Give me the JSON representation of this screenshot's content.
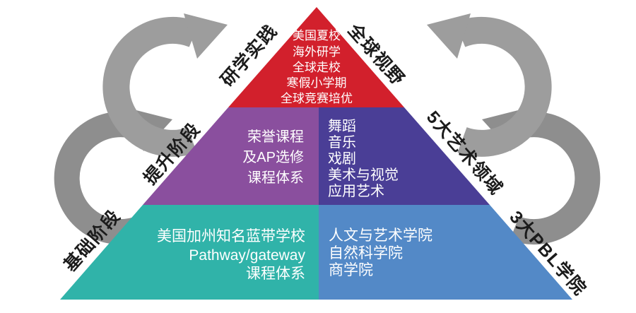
{
  "colors": {
    "red": "#d2202c",
    "purple": "#8a4f9e",
    "indigo": "#4a3e96",
    "teal": "#30b3a9",
    "blue": "#5389c7",
    "arrow_light": "#9d9d9d",
    "arrow_dark": "#8e8e8e",
    "label_dark": "#1b1b1b",
    "text_light": "#ffffff"
  },
  "top": {
    "label_left": "研学实践",
    "label_right": "全球视野",
    "lines": [
      "美国夏校",
      "海外研学",
      "全球走校",
      "寒假小学期",
      "全球竞赛培优"
    ]
  },
  "mid_left": {
    "label": "提升阶段",
    "lines": [
      "荣誉课程",
      "及AP选修",
      "课程体系"
    ]
  },
  "mid_right": {
    "label": "5大艺术领域",
    "lines": [
      "舞蹈",
      "音乐",
      "戏剧",
      "美术与视觉",
      "应用艺术"
    ]
  },
  "bottom_left": {
    "label": "基础阶段",
    "lines": [
      "美国加州知名蓝带学校",
      "Pathway/gateway",
      "课程体系"
    ]
  },
  "bottom_right": {
    "label": "3大PBL学院",
    "lines": [
      "人文与艺术学院",
      "自然科学院",
      "商学院"
    ]
  }
}
